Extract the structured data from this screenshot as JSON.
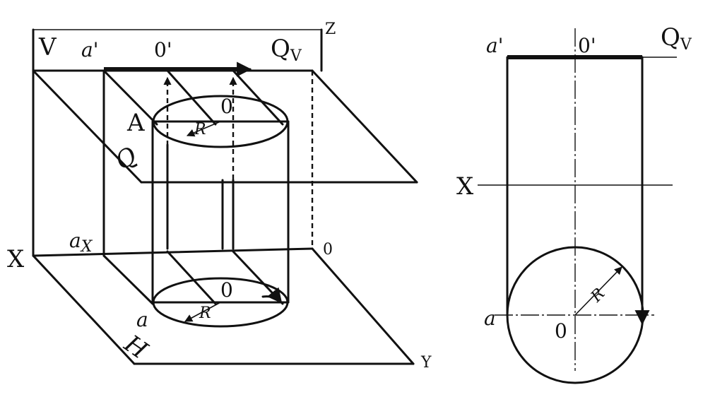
{
  "pictorial": {
    "label_V": "V",
    "label_a_prime": "a'",
    "label_o_prime": "0'",
    "label_Qv": "Q",
    "label_Qv_sub": "V",
    "label_Z": "Z",
    "label_A": "A",
    "label_Q": "Q",
    "label_O_top": "0",
    "label_R_top": "R",
    "label_ax": "a",
    "label_ax_sub": "X",
    "label_X": "X",
    "label_O_origin": "0",
    "label_a": "a",
    "label_O_bottom": "0",
    "label_R_bottom": "R",
    "label_H": "H",
    "label_Y": "Y"
  },
  "orthographic": {
    "label_a_prime": "a'",
    "label_o_prime": "0'",
    "label_Qv": "Q",
    "label_Qv_sub": "V",
    "label_X": "X",
    "label_a": "a",
    "label_O": "0",
    "label_R": "R"
  }
}
